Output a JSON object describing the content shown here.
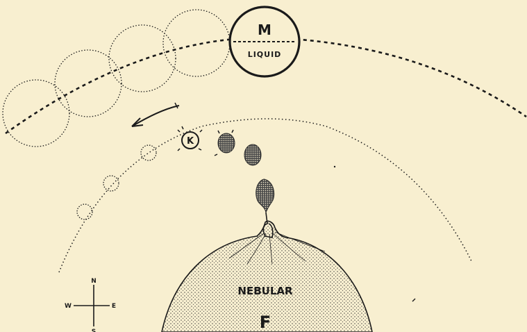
{
  "labels": {
    "m_planet": "M",
    "m_state": "LIQUID",
    "k_body": "K",
    "nebula": "NEBULAR",
    "f_label": "F"
  },
  "compass": {
    "north": "N",
    "south": "S",
    "east": "E",
    "west": "W"
  },
  "colors": {
    "background": "#f8efd0",
    "ink": "#1a1a1a",
    "stipple": "#3a3a3a"
  }
}
